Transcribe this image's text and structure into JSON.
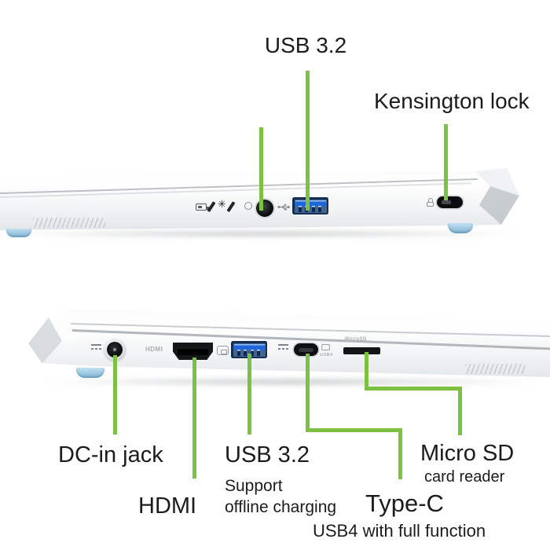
{
  "figure": {
    "type": "laptop-port-callout-diagram",
    "views": [
      "right-side",
      "left-side"
    ]
  },
  "colors": {
    "callout_green": "#7CC142",
    "usb_port_blue": "#1F66D8",
    "usb_port_navy": "#152F54",
    "foot_blue": "#7FB7D6",
    "label_text": "#1B1C1D"
  },
  "right_side_view": {
    "callouts": {
      "usb": "USB 3.2",
      "kensington": "Kensington lock"
    },
    "ports": [
      "headset-jack",
      "usb-a",
      "kensington-lock-slot"
    ]
  },
  "left_side_view": {
    "callouts": {
      "dcin": "DC-in jack",
      "hdmi": "HDMI",
      "usb": "USB 3.2",
      "usb_sub1": "Support",
      "usb_sub2": "offline charging",
      "typec": "Type-C",
      "typec_sub": "USB4 with full function",
      "microsd": "Micro SD",
      "microsd_sub": "card reader"
    },
    "engravings": {
      "hdmi": "HDMI",
      "usb4": "USB4",
      "microsd": "MicroSD"
    },
    "ports": [
      "dc-in",
      "hdmi",
      "usb-a",
      "usb-c",
      "microsd-slot"
    ]
  }
}
